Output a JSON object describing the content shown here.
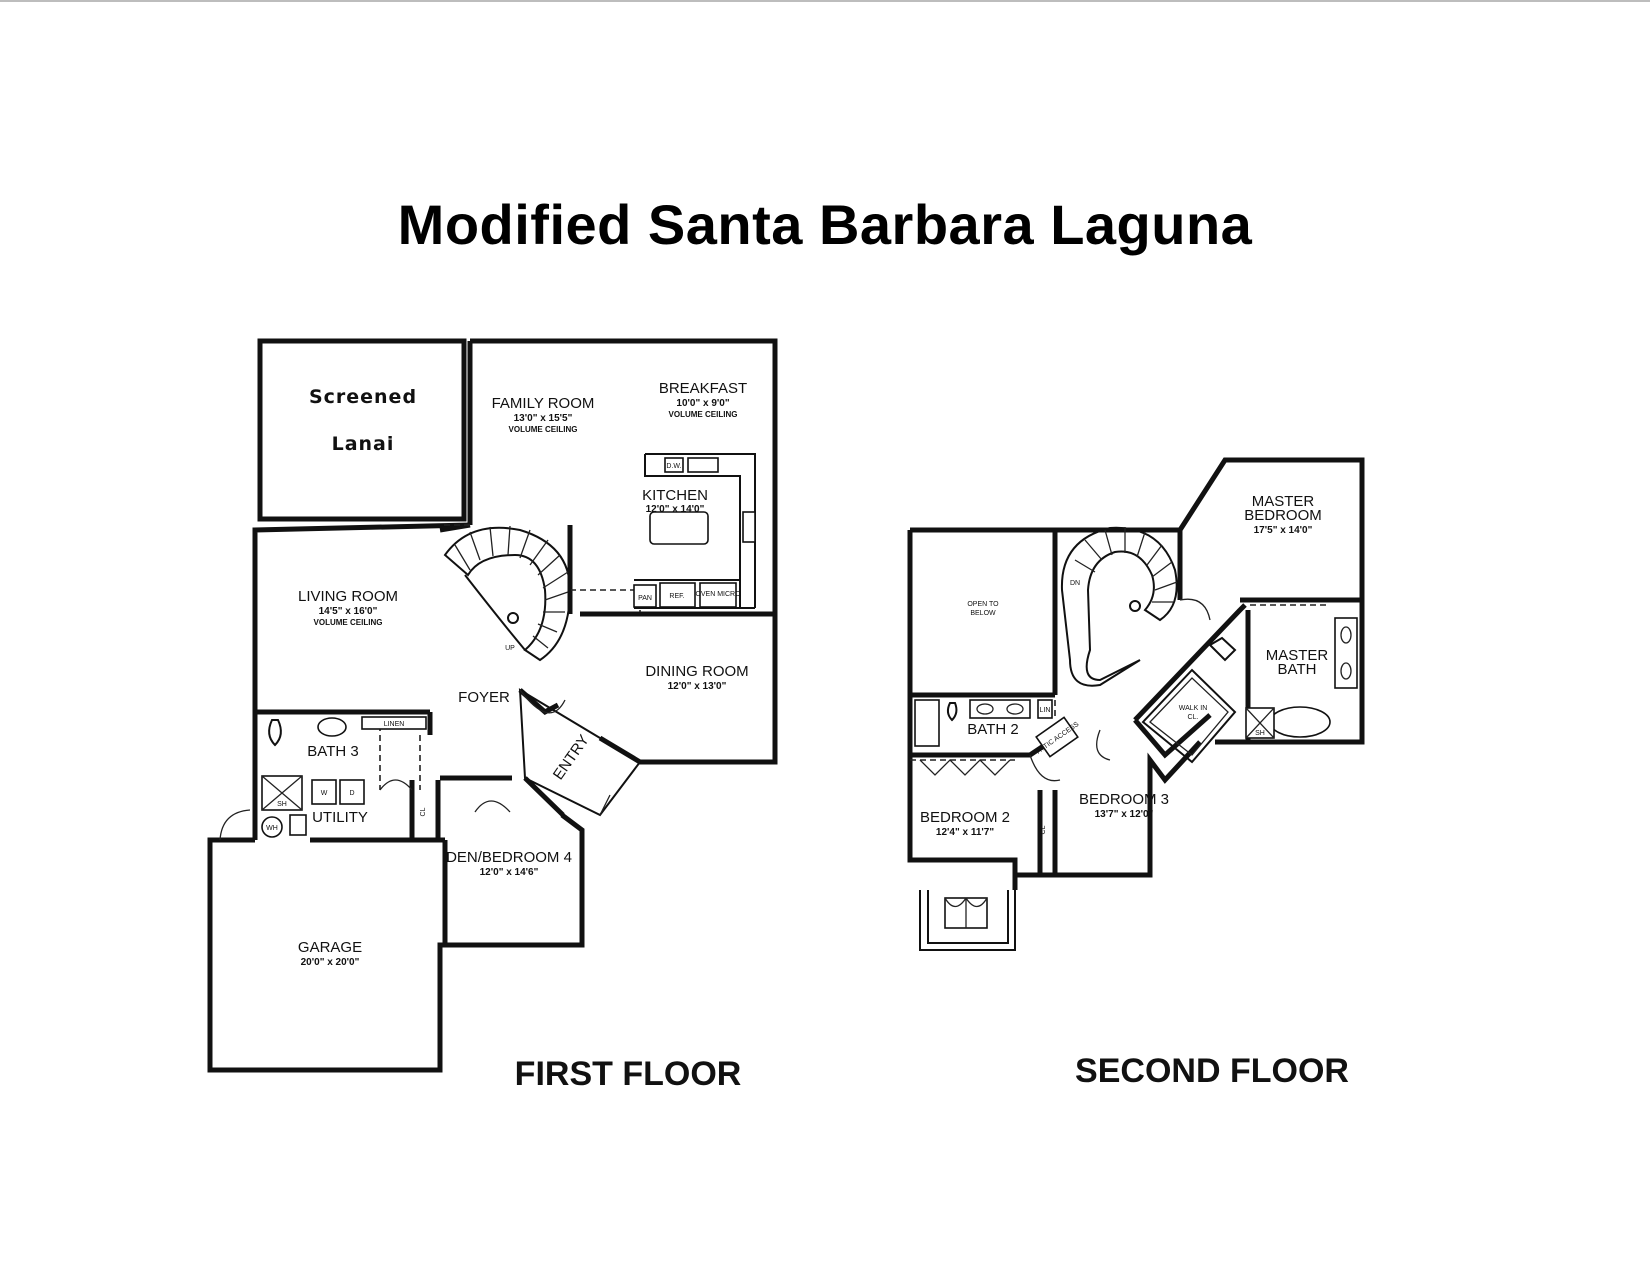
{
  "title": "Modified Santa Barbara Laguna",
  "first_floor": {
    "label": "FIRST FLOOR",
    "lanai": {
      "line1": "Screened",
      "line2": "Lanai"
    },
    "rooms": {
      "family_room": {
        "name": "FAMILY ROOM",
        "dims": "13'0\" x 15'5\"",
        "note": "VOLUME CEILING"
      },
      "breakfast": {
        "name": "BREAKFAST",
        "dims": "10'0\" x 9'0\"",
        "note": "VOLUME CEILING"
      },
      "kitchen": {
        "name": "KITCHEN",
        "dims": "12'0\" x 14'0\""
      },
      "living_room": {
        "name": "LIVING ROOM",
        "dims": "14'5\" x 16'0\"",
        "note": "VOLUME CEILING"
      },
      "dining_room": {
        "name": "DINING ROOM",
        "dims": "12'0\" x 13'0\""
      },
      "foyer": {
        "name": "FOYER"
      },
      "entry": {
        "name": "ENTRY"
      },
      "bath3": {
        "name": "BATH 3"
      },
      "utility": {
        "name": "UTILITY"
      },
      "den": {
        "name": "DEN/BEDROOM 4",
        "dims": "12'0\" x 14'6\""
      },
      "garage": {
        "name": "GARAGE",
        "dims": "20'0\" x 20'0\""
      }
    },
    "fixtures": {
      "dw": "D.W.",
      "pan": "PAN",
      "ref": "REF.",
      "oven_micro": "OVEN MICRO",
      "linen": "LINEN",
      "wh": "WH",
      "sh": "SH",
      "w": "W",
      "d": "D",
      "cl": "CL",
      "up": "UP"
    }
  },
  "second_floor": {
    "label": "SECOND FLOOR",
    "rooms": {
      "master_bedroom": {
        "name_line1": "MASTER",
        "name_line2": "BEDROOM",
        "dims": "17'5\" x 14'0\""
      },
      "master_bath": {
        "name_line1": "MASTER",
        "name_line2": "BATH"
      },
      "open_to_below": {
        "line1": "OPEN TO",
        "line2": "BELOW"
      },
      "bath2": {
        "name": "BATH 2"
      },
      "bedroom2": {
        "name": "BEDROOM 2",
        "dims": "12'4\" x 11'7\""
      },
      "bedroom3": {
        "name": "BEDROOM 3",
        "dims": "13'7\" x 12'0\""
      },
      "walk_in": {
        "line1": "WALK IN",
        "line2": "CL."
      }
    },
    "fixtures": {
      "dn": "DN",
      "attic": "ATTIC ACCESS",
      "lin": "LIN",
      "sh": "SH",
      "cl": "CL"
    }
  }
}
